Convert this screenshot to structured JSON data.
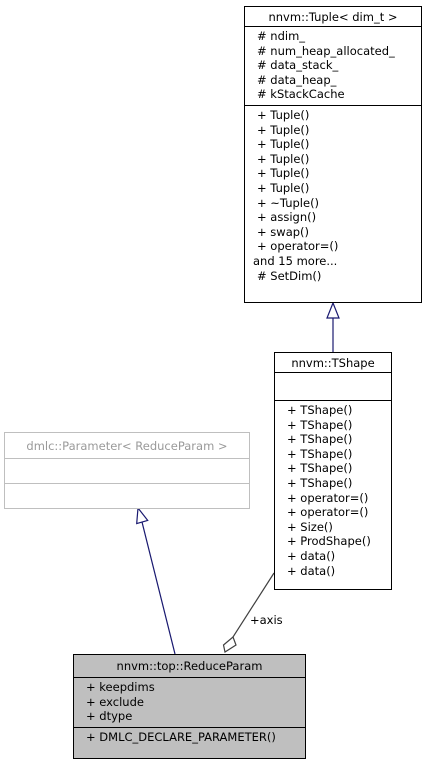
{
  "classes": {
    "tuple": {
      "name": "nnvm::Tuple< dim_t >",
      "attributes": [
        "# ndim_",
        "# num_heap_allocated_",
        "# data_stack_",
        "# data_heap_",
        "# kStackCache"
      ],
      "methods": [
        "+ Tuple()",
        "+ Tuple()",
        "+ Tuple()",
        "+ Tuple()",
        "+ Tuple()",
        "+ Tuple()",
        "+ ~Tuple()",
        "+ assign()",
        "+ swap()",
        "+ operator=()"
      ],
      "more": "and 15 more...",
      "extra": "# SetDim()"
    },
    "tshape": {
      "name": "nnvm::TShape",
      "methods": [
        "+ TShape()",
        "+ TShape()",
        "+ TShape()",
        "+ TShape()",
        "+ TShape()",
        "+ TShape()",
        "+ operator=()",
        "+ operator=()",
        "+ Size()",
        "+ ProdShape()",
        "+ data()",
        "+ data()"
      ]
    },
    "parameter": {
      "name": "dmlc::Parameter< ReduceParam >"
    },
    "reduce_param": {
      "name": "nnvm::top::ReduceParam",
      "attributes": [
        "+ keepdims",
        "+ exclude",
        "+ dtype"
      ],
      "methods": [
        "+ DMLC_DECLARE_PARAMETER()"
      ]
    }
  },
  "edges": {
    "axis_label": "+axis"
  },
  "colors": {
    "inheritance_edge": "#191970",
    "composition_edge": "#404040",
    "highlight_fill": "#bfbfbf",
    "external_border": "#bfbfbf"
  }
}
